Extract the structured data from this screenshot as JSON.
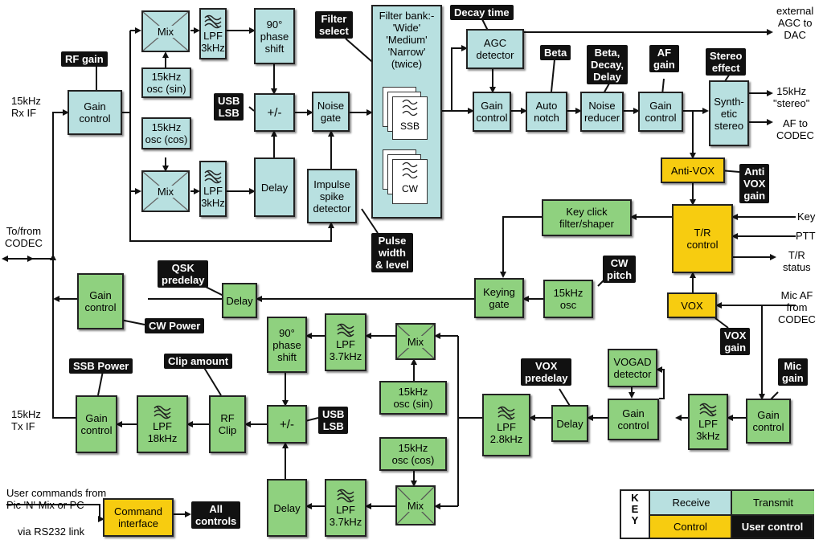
{
  "blocks": {
    "mix_top": "Mix",
    "lpf_top": "LPF\n3kHz",
    "phase_top": "90°\nphase\nshift",
    "osc_sin_top": "15kHz\nosc (sin)",
    "osc_cos_top": "15kHz\nosc (cos)",
    "mix_rx_bot": "Mix",
    "lpf_rx_bot": "LPF\n3kHz",
    "delay_rx": "Delay",
    "gain_rf": "Gain\ncontrol",
    "addsub_rx": "+/-",
    "noise_gate": "Noise\ngate",
    "impulse": "Impulse\nspike\ndetector",
    "filter_bank": "Filter bank:-\n'Wide'\n'Medium'\n'Narrow'\n(twice)",
    "ssb": "SSB",
    "cw": "CW",
    "agc_detector": "AGC\ndetector",
    "gain_agc": "Gain\ncontrol",
    "auto_notch": "Auto\nnotch",
    "noise_reducer": "Noise\nreducer",
    "gain_af": "Gain\ncontrol",
    "synth_stereo": "Synth-\netic\nstereo",
    "anti_vox": "Anti-VOX",
    "tr_control": "T/R\ncontrol",
    "vox": "VOX",
    "key_click": "Key click\nfilter/shaper",
    "keying_gate": "Keying\ngate",
    "cw_osc": "15kHz\nosc",
    "gain_cw": "Gain\ncontrol",
    "qsk_delay": "Delay",
    "phase_tx": "90°\nphase\nshift",
    "lpf_tx_top": "LPF\n3.7kHz",
    "mix_tx_top": "Mix",
    "osc_sin_tx": "15kHz\nosc (sin)",
    "osc_cos_tx": "15kHz\nosc (cos)",
    "mix_tx_bot": "Mix",
    "lpf_tx_bot": "LPF\n3.7kHz",
    "delay_tx": "Delay",
    "addsub_tx": "+/-",
    "rf_clip": "RF\nClip",
    "lpf_18k": "LPF\n18kHz",
    "gain_ssb": "Gain\ncontrol",
    "lpf_28k": "LPF\n2.8kHz",
    "vox_delay": "Delay",
    "gain_vogad": "Gain\ncontrol",
    "vogad_detector": "VOGAD\ndetector",
    "lpf_mic": "LPF\n3kHz",
    "gain_mic": "Gain\ncontrol",
    "command_interface": "Command\ninterface"
  },
  "labels": {
    "rf_gain": "RF gain",
    "usb_lsb_rx": "USB\nLSB",
    "filter_select": "Filter\nselect",
    "decay_time": "Decay time",
    "beta": "Beta",
    "beta_decay_delay": "Beta,\nDecay,\nDelay",
    "af_gain": "AF\ngain",
    "stereo_effect": "Stereo\neffect",
    "anti_vox_gain": "Anti\nVOX\ngain",
    "pulse_width": "Pulse\nwidth\n& level",
    "qsk_predelay": "QSK\npredelay",
    "cw_pitch": "CW\npitch",
    "cw_power": "CW Power",
    "vox_gain": "VOX\ngain",
    "ssb_power": "SSB Power",
    "clip_amount": "Clip amount",
    "usb_lsb_tx": "USB\nLSB",
    "vox_predelay": "VOX\npredelay",
    "mic_gain": "Mic\ngain",
    "all_controls": "All\ncontrols"
  },
  "texts": {
    "external_agc": "external\nAGC to\nDAC",
    "rx_if": "15kHz\nRx IF",
    "codec": "To/from\nCODEC",
    "tx_if": "15kHz\nTx IF",
    "stereo_out": "15kHz\n\"stereo\"",
    "af_out": "AF to\nCODEC",
    "key_in": "Key",
    "ptt_in": "PTT",
    "tr_status": "T/R\nstatus",
    "mic_in": "Mic AF\nfrom\nCODEC",
    "user_commands": "User commands from\nPic 'N' Mix or PC",
    "rs232": "via RS232 link"
  },
  "legend": {
    "title": "K\nE\nY",
    "receive": "Receive",
    "transmit": "Transmit",
    "control": "Control",
    "user_control": "User control"
  },
  "colors": {
    "receive": "#b8e0e0",
    "transmit": "#8fd17f",
    "control": "#f7cc10",
    "user_control": "#111111"
  }
}
